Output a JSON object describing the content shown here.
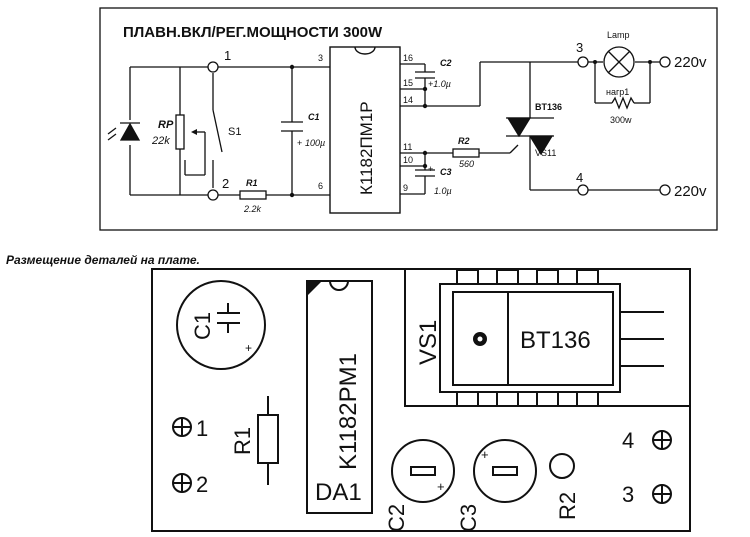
{
  "schematic": {
    "title": "ПЛАВН.ВКЛ/РЕГ.МОЩНОСТИ 300W",
    "terminals": {
      "t1": "1",
      "t2": "2",
      "t3": "3",
      "t4": "4"
    },
    "rp_label": "RP",
    "rp_value": "22k",
    "s1_label": "S1",
    "r1_label": "R1",
    "r1_value": "2.2k",
    "c1_label": "C1",
    "c1_value": "100µ",
    "c1_plus": "+",
    "chip_label": "К1182ПМ1Р",
    "pins": {
      "p3": "3",
      "p6": "6",
      "p16": "16",
      "p15": "15",
      "p14": "14",
      "p11": "11",
      "p10": "10",
      "p9": "9"
    },
    "c2_label": "C2",
    "c2_value": "+1.0µ",
    "c3_label": "C3",
    "c3_value": "1.0µ",
    "c3_plus": "+",
    "r2_label": "R2",
    "r2_value": "560",
    "triac_top": "BT136",
    "triac_bottom": "VS11",
    "lamp_label": "Lamp",
    "load_label": "нагр1",
    "load_value": "300w",
    "v220_top": "220v",
    "v220_bottom": "220v"
  },
  "placement": {
    "heading": "Размещение деталей на плате.",
    "c1": "C1",
    "c1_mark": "+",
    "chip": "K1182PM1",
    "da1": "DA1",
    "vs1": "VS1",
    "bt136": "BT136",
    "r1": "R1",
    "pad1": "1",
    "pad2": "2",
    "pad3": "3",
    "pad4": "4",
    "c2": "C2",
    "c2_mark": "+",
    "c3": "C3",
    "c3_mark": "+",
    "r2": "R2"
  }
}
